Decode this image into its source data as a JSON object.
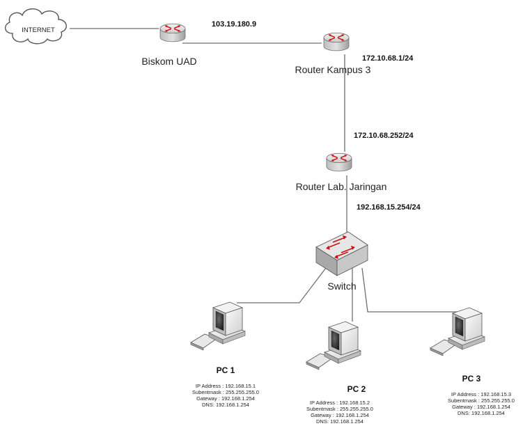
{
  "internet": {
    "label": "INTERNET"
  },
  "routers": [
    {
      "label": "Biskom UAD"
    },
    {
      "label": "Router Kampus 3"
    },
    {
      "label": "Router Lab. Jaringan"
    }
  ],
  "ips": {
    "biskom_link": "103.19.180.9",
    "kampus_down": "172.10.68.1/24",
    "lab_up": "172.10.68.252/24",
    "lab_down": "192.168.15.254/24"
  },
  "switch": {
    "label": "Switch"
  },
  "pcs": [
    {
      "name": "PC 1",
      "ip": "IP Address : 192.168.15.1",
      "subnet": "Subentmask : 255.255.255.0",
      "gateway": "Gateway : 192.168.1.254",
      "dns": "DNS: 192.168.1.254"
    },
    {
      "name": "PC 2",
      "ip": "IP Address : 192.168.15.2",
      "subnet": "Subentmask : 255.255.255.0",
      "gateway": "Gateway : 192.168.1.254",
      "dns": "DNS: 192.168.1.254"
    },
    {
      "name": "PC 3",
      "ip": "IP Address : 192.168.15.3",
      "subnet": "Subentmask : 255.255.255.0",
      "gateway": "Gateway : 192.168.1.254",
      "dns": "DNS: 192.168.1.254"
    }
  ]
}
